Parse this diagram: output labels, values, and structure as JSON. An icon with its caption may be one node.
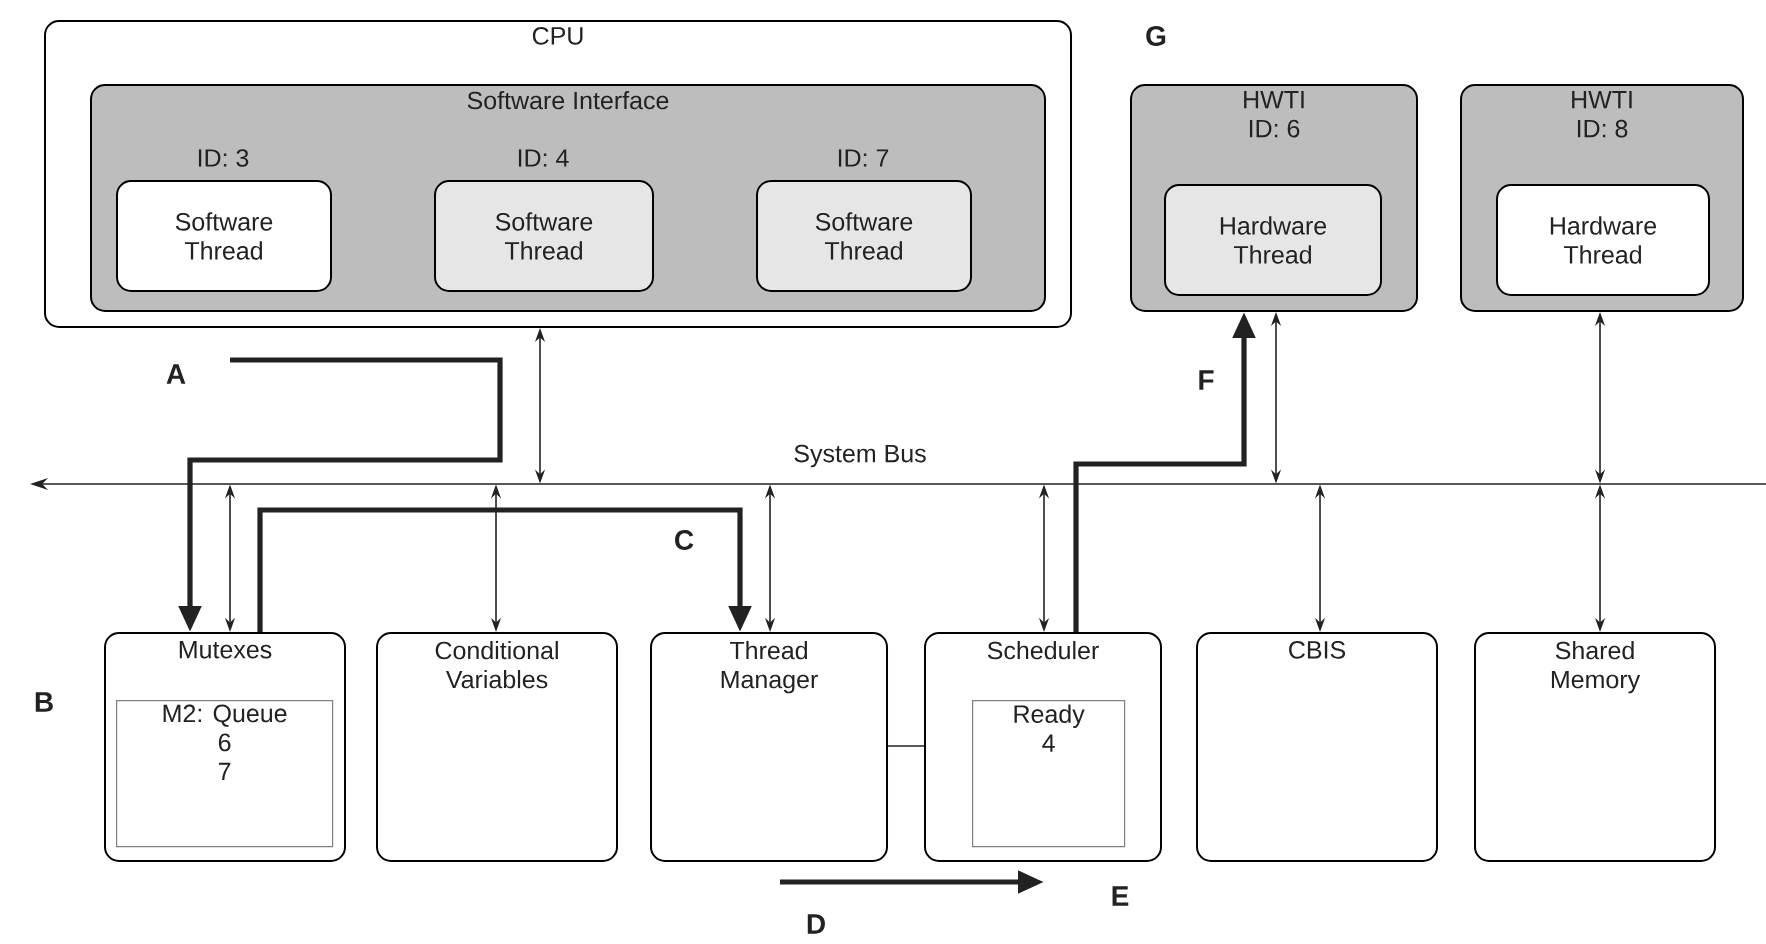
{
  "diagram": {
    "nodes": [
      {
        "text": [
          "CPU"
        ]
      },
      {
        "text": [
          "Software Interface"
        ],
        "in": 0
      },
      {
        "text": [
          "Software Thread"
        ],
        "in": 1,
        "beside": [
          "ID: 3"
        ]
      },
      {
        "text": [
          "Software Thread"
        ],
        "in": 1,
        "beside": [
          "ID: 4"
        ]
      },
      {
        "text": [
          "Software Thread"
        ],
        "in": 1,
        "beside": [
          "ID: 7"
        ]
      },
      {
        "text": [
          "HWTI",
          "ID: 6"
        ]
      },
      {
        "text": [
          "Hardware Thread"
        ],
        "in": 5
      },
      {
        "text": [
          "HWTI",
          "ID: 8"
        ]
      },
      {
        "text": [
          "Hardware Thread"
        ],
        "in": 7
      },
      {
        "text": [],
        "shape": "bar",
        "beside": [
          "System Bus"
        ]
      },
      {
        "text": [
          "Mutexes"
        ]
      },
      {
        "text": [
          "M2: Queue",
          "6",
          "7"
        ],
        "in": 10
      },
      {
        "text": [
          "Conditional Variables"
        ]
      },
      {
        "text": [
          "Thread Manager"
        ]
      },
      {
        "text": [
          "Scheduler"
        ]
      },
      {
        "text": [
          "Ready",
          "4"
        ],
        "in": 14
      },
      {
        "text": [
          "CBIS"
        ]
      },
      {
        "text": [
          "Shared Memory"
        ]
      }
    ],
    "edges": [
      {
        "from": null,
        "to": 10,
        "arrow": "to",
        "style": "thick"
      },
      {
        "from": 10,
        "to": 13,
        "arrow": "to",
        "style": "thick"
      },
      {
        "from": 14,
        "to": 5,
        "arrow": "to",
        "style": "thick"
      },
      {
        "from": 0,
        "to": 9,
        "arrow": "both"
      },
      {
        "from": 5,
        "to": 9,
        "arrow": "both"
      },
      {
        "from": 7,
        "to": 9,
        "arrow": "both"
      },
      {
        "from": 9,
        "to": 10,
        "arrow": "both"
      },
      {
        "from": 9,
        "to": 12,
        "arrow": "both"
      },
      {
        "from": 9,
        "to": 13,
        "arrow": "both"
      },
      {
        "from": 9,
        "to": 14,
        "arrow": "both"
      },
      {
        "from": 9,
        "to": 16,
        "arrow": "both"
      },
      {
        "from": 9,
        "to": 17,
        "arrow": "both"
      },
      {
        "from": 13,
        "to": 14,
        "arrow": "none"
      }
    ],
    "labels": [
      "G",
      "A",
      "F",
      "C",
      "B",
      "E",
      "D"
    ]
  }
}
